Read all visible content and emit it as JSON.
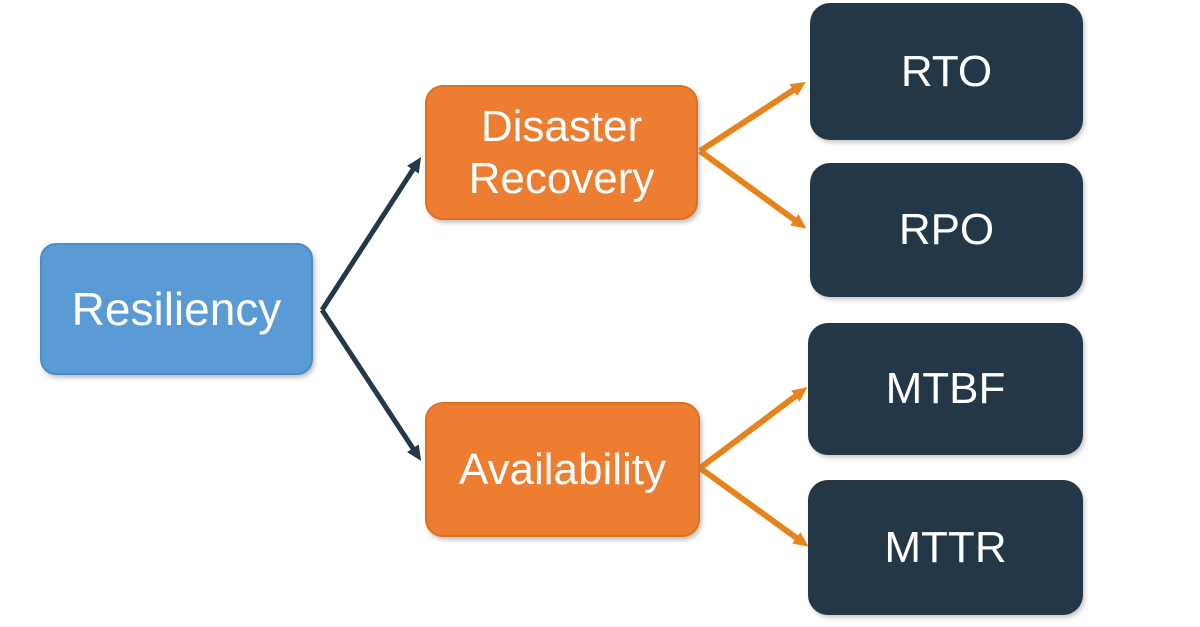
{
  "diagram": {
    "type": "hierarchy-tree",
    "nodes": {
      "resiliency": {
        "label": "Resiliency",
        "fill": "#5B9BD5",
        "text_color": "#FFFFFF"
      },
      "disaster_recovery": {
        "line1": "Disaster",
        "line2": "Recovery",
        "fill": "#ED7D31",
        "text_color": "#FFFFFF"
      },
      "availability": {
        "label": "Availability",
        "fill": "#ED7D31",
        "text_color": "#FFFFFF"
      },
      "rto": {
        "label": "RTO",
        "fill": "#243746",
        "text_color": "#FFFFFF"
      },
      "rpo": {
        "label": "RPO",
        "fill": "#243746",
        "text_color": "#FFFFFF"
      },
      "mtbf": {
        "label": "MTBF",
        "fill": "#243746",
        "text_color": "#FFFFFF"
      },
      "mttr": {
        "label": "MTTR",
        "fill": "#243746",
        "text_color": "#FFFFFF"
      }
    },
    "edges": [
      {
        "from": "resiliency",
        "to": "disaster_recovery",
        "color": "#24384A"
      },
      {
        "from": "resiliency",
        "to": "availability",
        "color": "#24384A"
      },
      {
        "from": "disaster_recovery",
        "to": "rto",
        "color": "#E6831C"
      },
      {
        "from": "disaster_recovery",
        "to": "rpo",
        "color": "#E6831C"
      },
      {
        "from": "availability",
        "to": "mtbf",
        "color": "#E6831C"
      },
      {
        "from": "availability",
        "to": "mttr",
        "color": "#E6831C"
      }
    ],
    "background_color": "#FFFFFF"
  }
}
